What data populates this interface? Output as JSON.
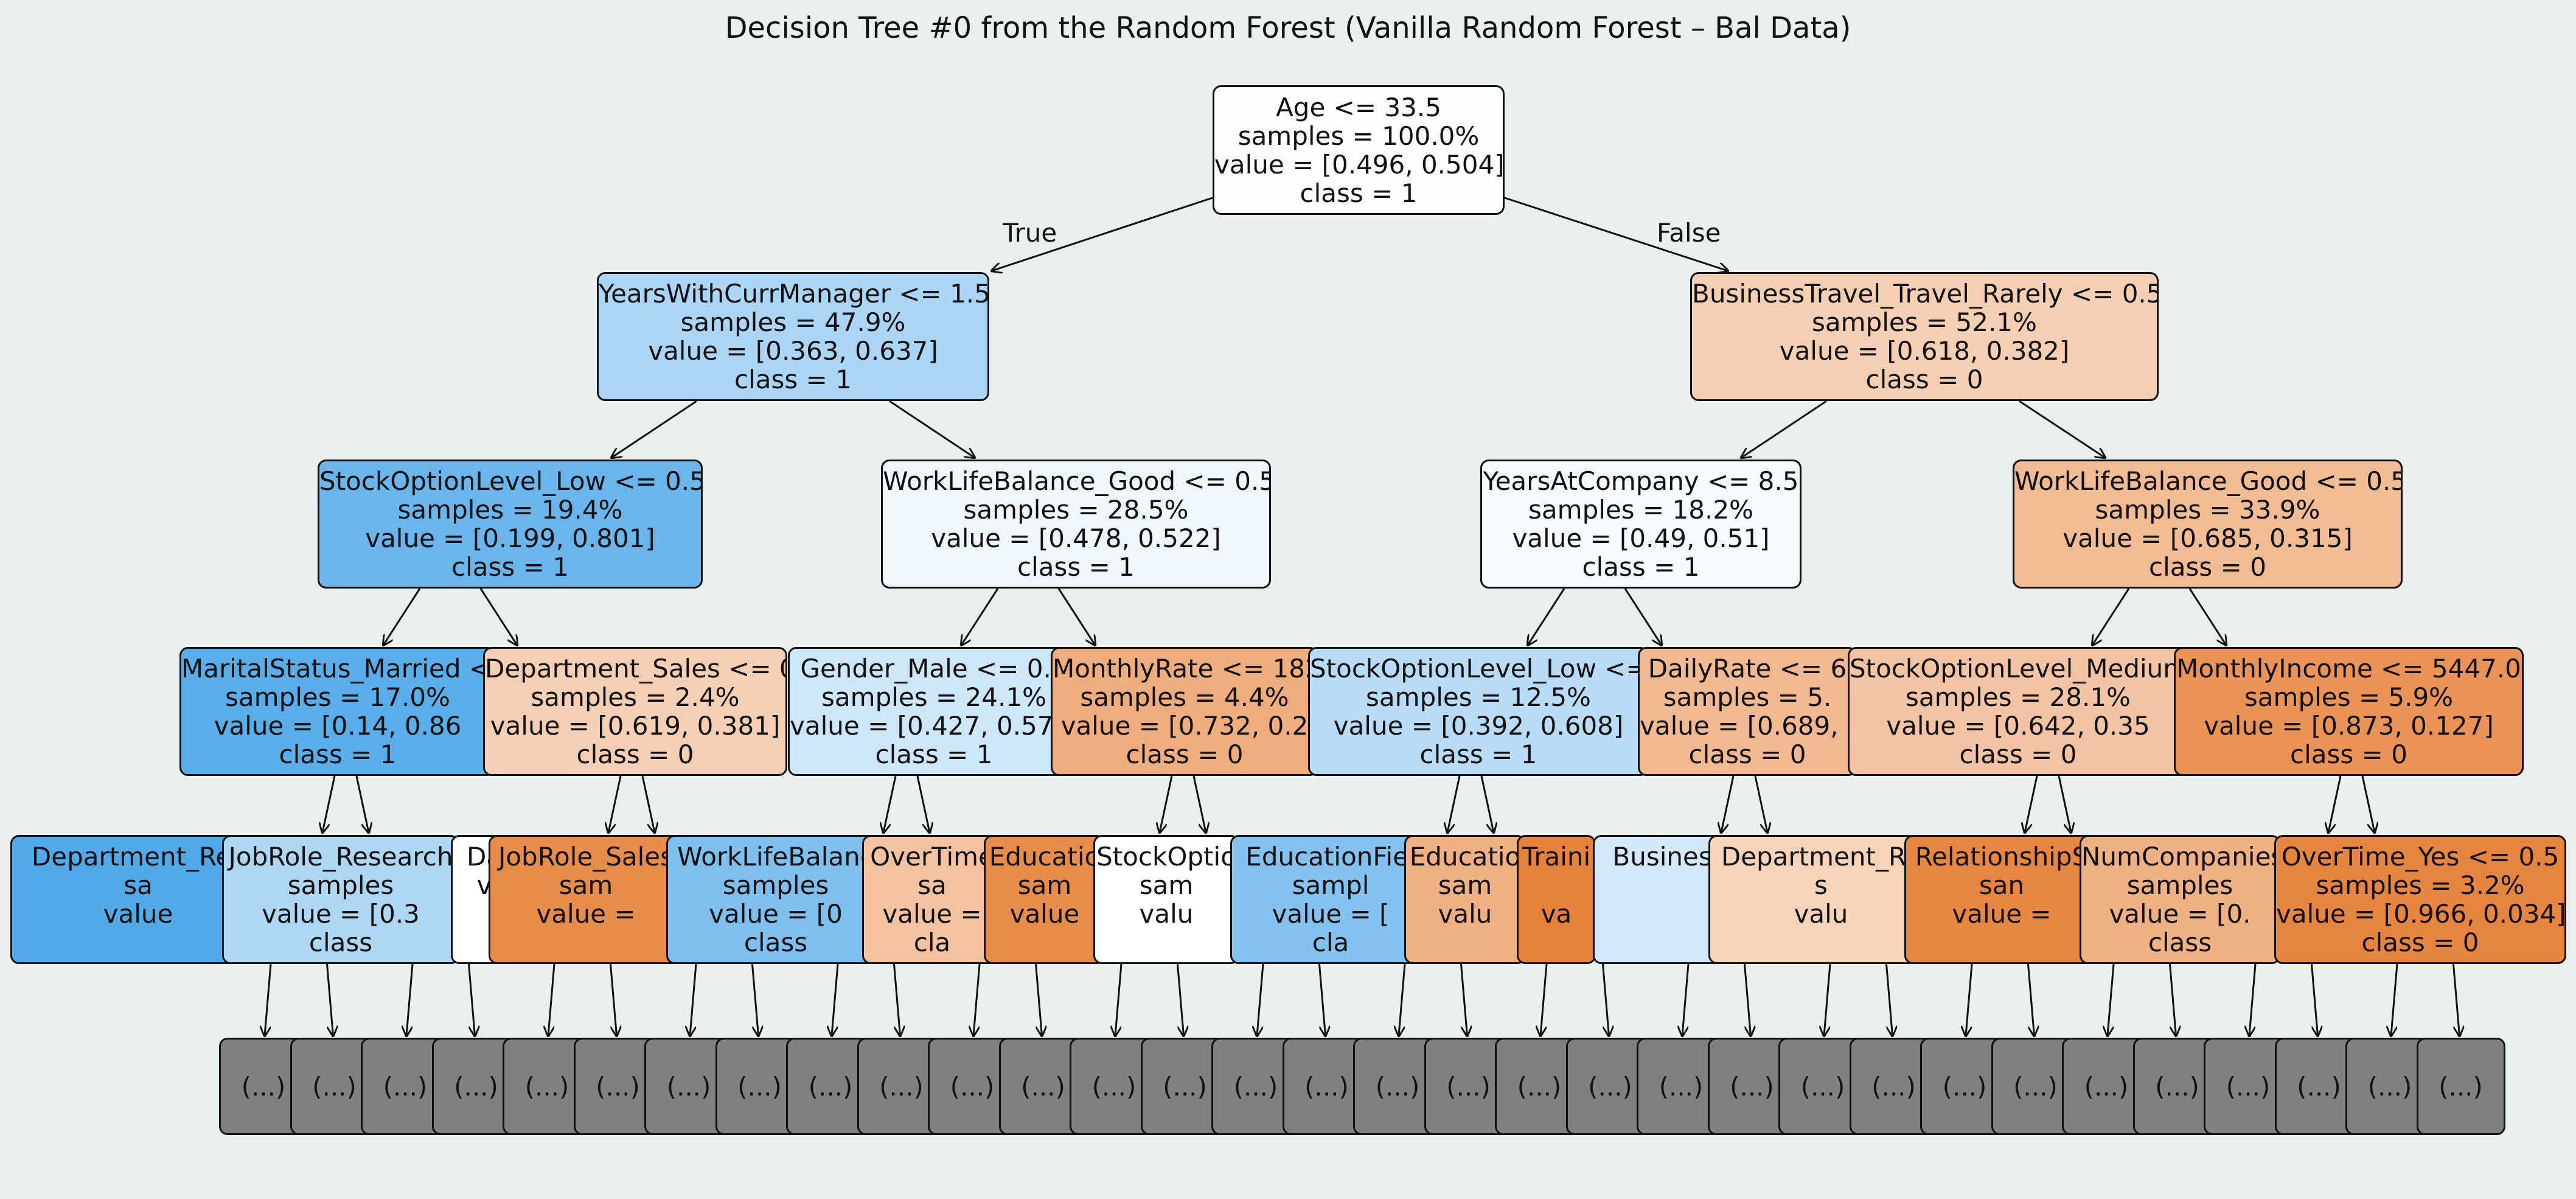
{
  "title": "Decision Tree #0 from the Random Forest (Vanilla Random Forest – Bal Data)",
  "edge_labels": {
    "true": "True",
    "false": "False"
  },
  "leaf_text": "(...)",
  "colors": {
    "background": "#eaeff0",
    "truncated_leaf": "#808080",
    "class0": "#e58139",
    "class1": "#399de5"
  },
  "nodes": {
    "root": {
      "lines": [
        "Age <= 33.5",
        "samples = 100.0%",
        "value = [0.496, 0.504]",
        "class = 1"
      ],
      "fill": "#fcfdff"
    },
    "n1": {
      "lines": [
        "YearsWithCurrManager <= 1.5",
        "samples = 47.9%",
        "value = [0.363, 0.637]",
        "class = 1"
      ],
      "fill": "#aad5f4"
    },
    "n2": {
      "lines": [
        "BusinessTravel_Travel_Rarely <= 0.5",
        "samples = 52.1%",
        "value = [0.618, 0.382]",
        "class = 0"
      ],
      "fill": "#f5cfb3"
    },
    "n3": {
      "lines": [
        "StockOptionLevel_Low <= 0.5",
        "samples = 19.4%",
        "value = [0.199, 0.801]",
        "class = 1"
      ],
      "fill": "#6ab6ec"
    },
    "n4": {
      "lines": [
        "WorkLifeBalance_Good <= 0.5",
        "samples = 28.5%",
        "value = [0.478, 0.522]",
        "class = 1"
      ],
      "fill": "#eff7fd"
    },
    "n5": {
      "lines": [
        "YearsAtCompany <= 8.5",
        "samples = 18.2%",
        "value = [0.49, 0.51]",
        "class = 1"
      ],
      "fill": "#f7fbfe"
    },
    "n6": {
      "lines": [
        "WorkLifeBalance_Good <= 0.5",
        "samples = 33.9%",
        "value = [0.685, 0.315]",
        "class = 0"
      ],
      "fill": "#f1bb94"
    },
    "n7": {
      "lines": [
        "MaritalStatus_Married <=",
        "samples = 17.0%",
        "value = [0.14, 0.86",
        "class = 1"
      ],
      "fill": "#59ade9"
    },
    "n8": {
      "lines": [
        "Department_Sales <= 0",
        "samples = 2.4%",
        "value = [0.619, 0.381]",
        "class = 0"
      ],
      "fill": "#f5cfb3"
    },
    "n9": {
      "lines": [
        "Gender_Male <= 0.5",
        "samples = 24.1%",
        "value = [0.427, 0.573]",
        "class = 1"
      ],
      "fill": "#cde6f8"
    },
    "n10": {
      "lines": [
        "MonthlyRate <= 182",
        "samples = 4.4%",
        "value = [0.732, 0.2",
        "class = 0"
      ],
      "fill": "#efad7e"
    },
    "n11": {
      "lines": [
        "StockOptionLevel_Low <=",
        "samples = 12.5%",
        "value = [0.392, 0.608]",
        "class = 1"
      ],
      "fill": "#b9dcf6"
    },
    "n12": {
      "lines": [
        "DailyRate <= 6",
        "samples = 5.",
        "value = [0.689, 0",
        "class = 0"
      ],
      "fill": "#f1b991"
    },
    "n13": {
      "lines": [
        "StockOptionLevel_Medium",
        "samples = 28.1%",
        "value = [0.642, 0.35",
        "class = 0"
      ],
      "fill": "#f3c4a3"
    },
    "n14": {
      "lines": [
        "MonthlyIncome <= 5447.0",
        "samples = 5.9%",
        "value = [0.873, 0.127]",
        "class = 0"
      ],
      "fill": "#e99456"
    },
    "l0": {
      "lines": [
        "Department_Res",
        "sa",
        "value",
        ""
      ],
      "fill": "#51a9e8"
    },
    "l1": {
      "lines": [
        "JobRole_Research",
        "samples",
        "value = [0.3",
        "class"
      ],
      "fill": "#aed7f4"
    },
    "l2": {
      "lines": [
        "Da",
        "v",
        "",
        ""
      ],
      "fill": "#ffffff"
    },
    "l3": {
      "lines": [
        "JobRole_Sales",
        "sam",
        "value =",
        ""
      ],
      "fill": "#e78d4c"
    },
    "l4": {
      "lines": [
        "WorkLifeBalanc",
        "samples",
        "value = [0",
        "class"
      ],
      "fill": "#7fbfee"
    },
    "l5": {
      "lines": [
        "OverTime",
        "sa",
        "value =",
        "cla"
      ],
      "fill": "#f3c3a0"
    },
    "l6": {
      "lines": [
        "Educatio",
        "sam",
        "value",
        ""
      ],
      "fill": "#e78d4c"
    },
    "l7": {
      "lines": [
        "StockOptio",
        "sam",
        "valu",
        ""
      ],
      "fill": "#ffffff"
    },
    "l8": {
      "lines": [
        "EducationFiel",
        "sampl",
        "value = [",
        "cla"
      ],
      "fill": "#83c2ef"
    },
    "l9": {
      "lines": [
        "Educatio",
        "sam",
        "valu",
        ""
      ],
      "fill": "#efb083"
    },
    "l10": {
      "lines": [
        "Traini",
        "",
        "va",
        ""
      ],
      "fill": "#e58139"
    },
    "l11": {
      "lines": [
        "Business",
        "",
        "",
        ""
      ],
      "fill": "#d3e9f9"
    },
    "l12": {
      "lines": [
        "Department_Re",
        "s",
        "valu",
        ""
      ],
      "fill": "#f6d3b9"
    },
    "l13": {
      "lines": [
        "RelationshipS",
        "san",
        "value =",
        ""
      ],
      "fill": "#e68641"
    },
    "l14": {
      "lines": [
        "NumCompanies",
        "samples",
        "value = [0.",
        "class"
      ],
      "fill": "#efb083"
    },
    "l15": {
      "lines": [
        "OverTime_Yes <= 0.5",
        "samples = 3.2%",
        "value = [0.966, 0.034]",
        "class = 0"
      ],
      "fill": "#e68540"
    }
  }
}
